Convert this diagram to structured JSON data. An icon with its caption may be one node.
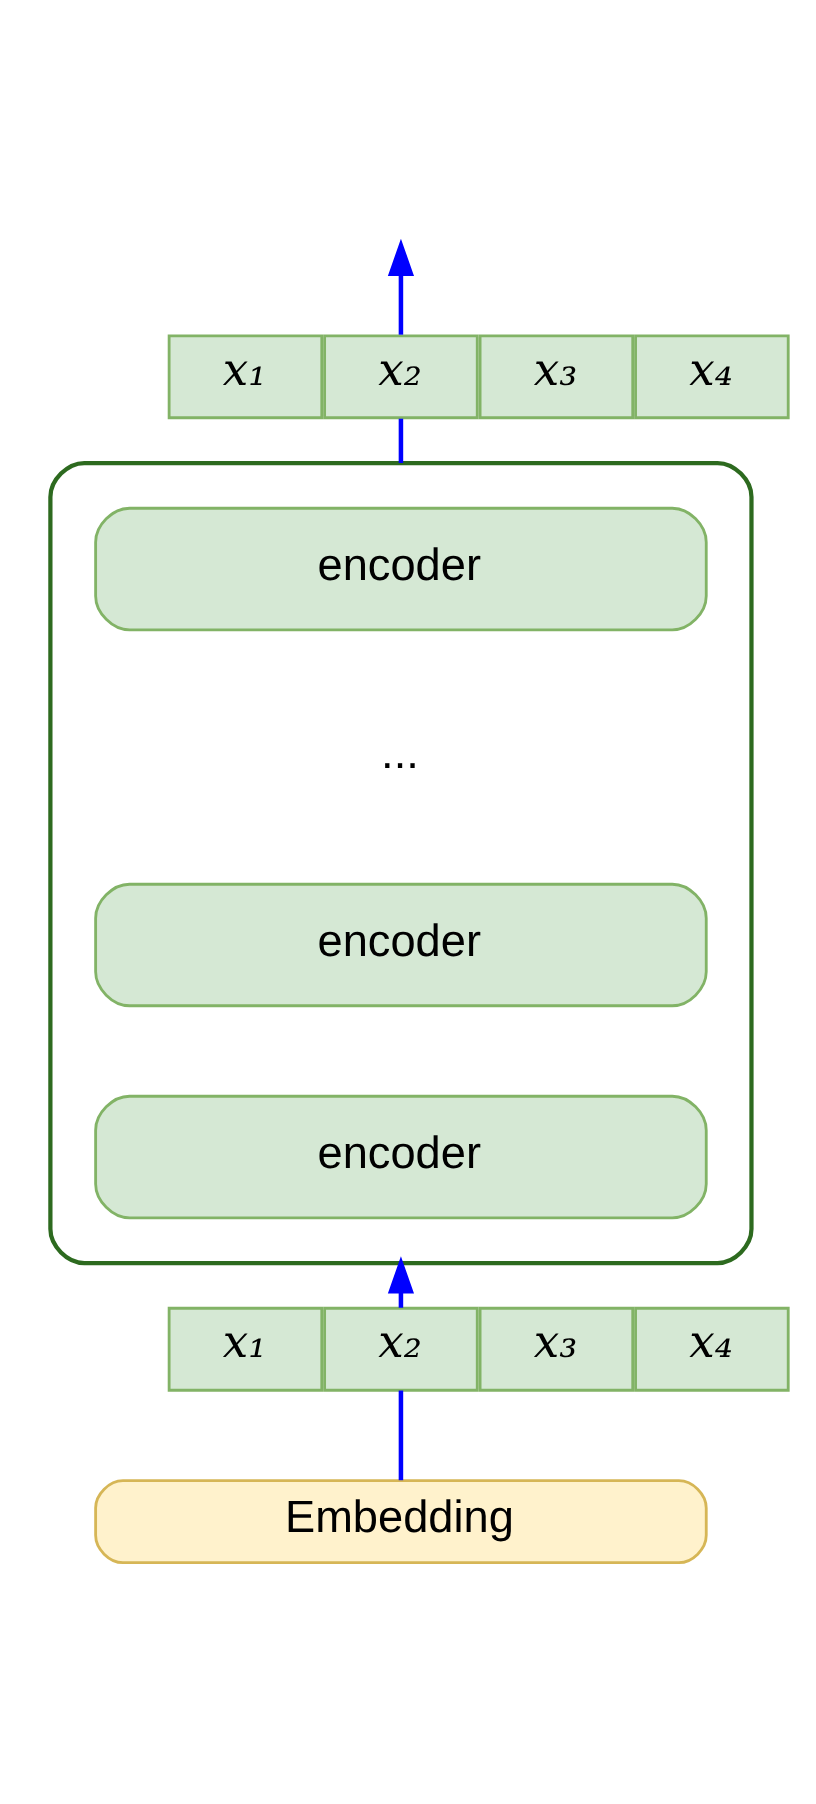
{
  "diagram": {
    "nodes": [
      {
        "text": [
          "x₁"
        ]
      },
      {
        "text": [
          "x₂"
        ]
      },
      {
        "text": [
          "x₃"
        ]
      },
      {
        "text": [
          "x₄"
        ]
      },
      {
        "text": [],
        "shape": "box"
      },
      {
        "text": [
          "encoder"
        ],
        "in": 4
      },
      {
        "text": [
          "..."
        ],
        "in": 4
      },
      {
        "text": [
          "encoder"
        ],
        "in": 4
      },
      {
        "text": [
          "encoder"
        ],
        "in": 4
      },
      {
        "text": [
          "x₁"
        ]
      },
      {
        "text": [
          "x₂"
        ]
      },
      {
        "text": [
          "x₃"
        ]
      },
      {
        "text": [
          "x₄"
        ]
      },
      {
        "text": [
          "Embedding"
        ]
      }
    ],
    "edges": [
      {
        "from": 13,
        "to": 10,
        "arrow": "none"
      },
      {
        "from": 10,
        "to": 4,
        "arrow": "to"
      },
      {
        "from": 4,
        "to": 1,
        "arrow": "none"
      },
      {
        "from": 1,
        "to": null,
        "arrow": "to"
      }
    ]
  }
}
